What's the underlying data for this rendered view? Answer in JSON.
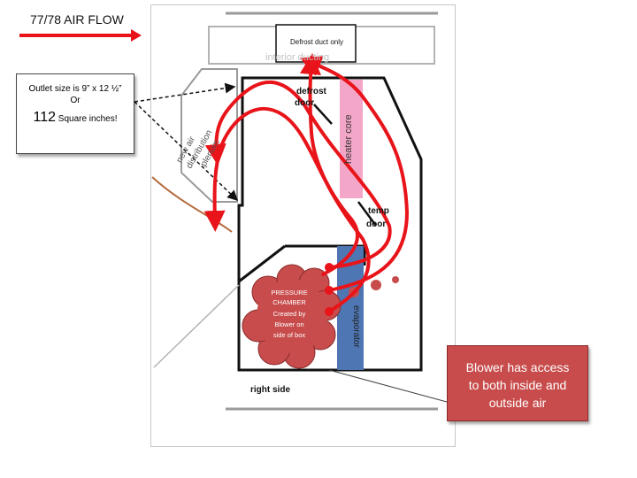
{
  "title": "77/78 AIR FLOW",
  "outlet_callout": {
    "line1": "Outlet size is 9” x 12 ½”",
    "line2": "Or",
    "big_number": "112",
    "line3": " Square inches!"
  },
  "labels": {
    "defrost_duct": "Defrost duct only",
    "interior_ducting": "interior ducting",
    "defrost_door_1": "defrost",
    "defrost_door_2": "door",
    "heater_core": "heater core",
    "new_air_plenum_1": "new air",
    "new_air_plenum_2": "distribution",
    "new_air_plenum_3": "plenum",
    "temp_door_1": "temp",
    "temp_door_2": "door",
    "evaporator": "evaporator",
    "right_side": "right side",
    "pressure_1": "PRESSURE",
    "pressure_2": "CHAMBER",
    "pressure_3": "Created by",
    "pressure_4": "Blower on",
    "pressure_5": "side of box"
  },
  "blower_callout": {
    "line1": "Blower has access",
    "line2": "to both inside and",
    "line3": "outside air"
  },
  "colors": {
    "airflow": "#e8141a",
    "heater_core": "#f4a6c8",
    "evaporator": "#4e76b3",
    "pressure_cloud": "#c84c4c",
    "blower_box": "#c84c4c"
  }
}
